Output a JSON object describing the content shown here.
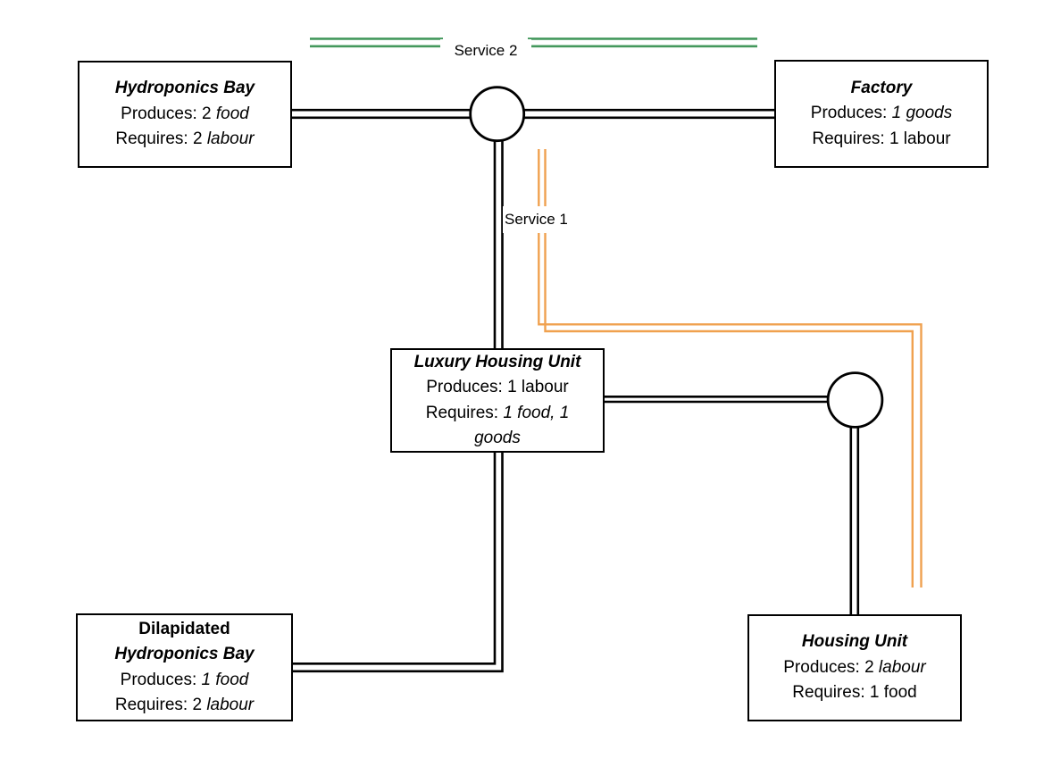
{
  "colors": {
    "road": "#000000",
    "service1": "#f0a14f",
    "service2": "#43985c",
    "node_fill": "#ffffff"
  },
  "service_labels": {
    "service1": "Service 1",
    "service2": "Service 2"
  },
  "nodes": {
    "hydroponics_bay": {
      "title": "Hydroponics Bay",
      "produces_prefix": "Produces: 2 ",
      "produces_value": "food",
      "requires_prefix": "Requires: 2 ",
      "requires_value": "labour"
    },
    "factory": {
      "title": "Factory",
      "produces_prefix": "Produces: ",
      "produces_value": "1 goods",
      "requires_prefix": "Requires: 1 labour",
      "requires_value": ""
    },
    "luxury_housing_unit": {
      "title": "Luxury Housing Unit",
      "produces_prefix": "Produces: 1 labour",
      "produces_value": "",
      "requires_prefix": "Requires: ",
      "requires_value": "1 food, 1",
      "requires_value_line2": "goods"
    },
    "dilapidated_hydroponics_bay": {
      "title_line1": "Dilapidated",
      "title_line2": "Hydroponics Bay",
      "produces_prefix": "Produces: ",
      "produces_value": "1 food",
      "requires_prefix": "Requires: 2 ",
      "requires_value": "labour"
    },
    "housing_unit": {
      "title": "Housing Unit",
      "produces_prefix": "Produces: 2 ",
      "produces_value": "labour",
      "requires_prefix": "Requires: 1 food",
      "requires_value": ""
    }
  }
}
